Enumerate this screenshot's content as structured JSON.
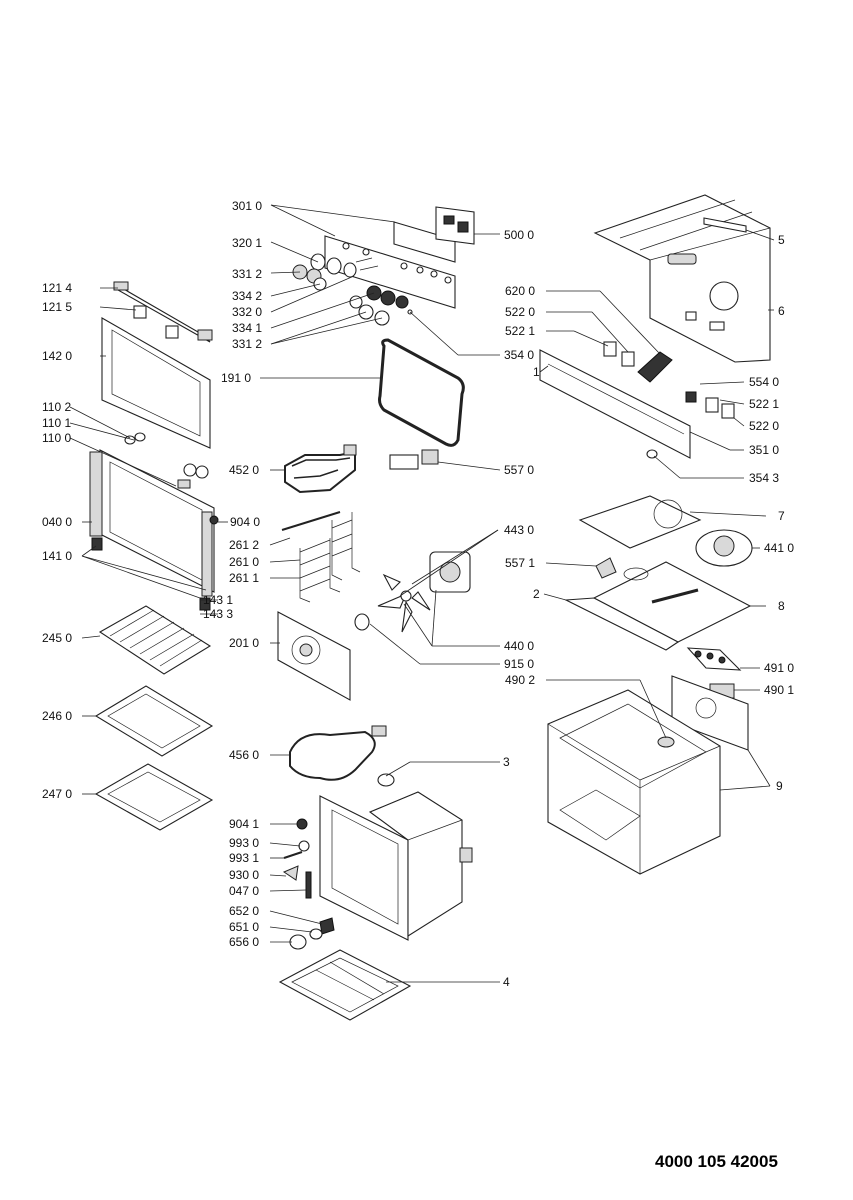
{
  "labels": {
    "l3010": "301 0",
    "l5000": "500 0",
    "l3201": "320 1",
    "l3312a": "331 2",
    "l3342": "334 2",
    "l3320": "332 0",
    "l3341": "334 1",
    "l3312b": "331 2",
    "l3540": "354 0",
    "l1214": "121 4",
    "l1215": "121 5",
    "l1420": "142 0",
    "l1910": "191 0",
    "l1102": "110 2",
    "l1101": "110 1",
    "l1100": "110 0",
    "l4520": "452 0",
    "l5570": "557 0",
    "l0400": "040 0",
    "l9040": "904 0",
    "l2612": "261 2",
    "l2610": "261 0",
    "l2611": "261 1",
    "l1410": "141 0",
    "l1431": "143 1",
    "l1433": "143 3",
    "l4430": "443 0",
    "l5571": "557 1",
    "l4400": "440 0",
    "l9150": "915 0",
    "l2450": "245 0",
    "l2010": "201 0",
    "l2460": "246 0",
    "l4560": "456 0",
    "l2470": "247 0",
    "l3": "3",
    "l9041": "904 1",
    "l9930": "993 0",
    "l9931": "993 1",
    "l9300": "930 0",
    "l0470": "047 0",
    "l6520": "652 0",
    "l6510": "651 0",
    "l6560": "656 0",
    "l4": "4",
    "l5": "5",
    "l6": "6",
    "l6200": "620 0",
    "l5220a": "522 0",
    "l5221a": "522 1",
    "l1": "1",
    "l5540": "554 0",
    "l5221b": "522 1",
    "l5220b": "522 0",
    "l3510": "351 0",
    "l3543": "354 3",
    "l7": "7",
    "l4410": "441 0",
    "l2": "2",
    "l8": "8",
    "l4910": "491 0",
    "l4902": "490 2",
    "l4901": "490 1",
    "l9": "9"
  },
  "document_number": "4000 105 42005"
}
